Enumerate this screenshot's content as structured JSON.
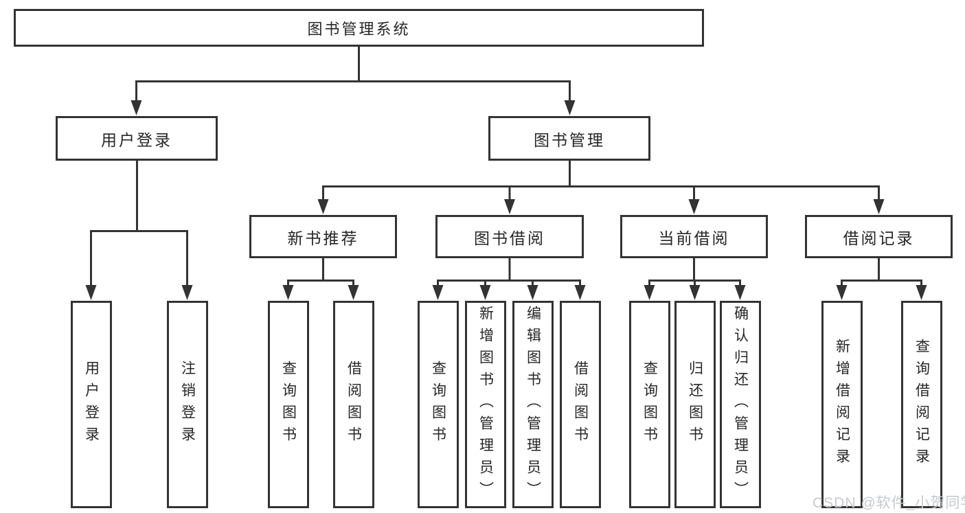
{
  "nodes": {
    "root": "图书管理系统",
    "level2": [
      "用户登录",
      "图书管理"
    ],
    "level3": [
      "新书推荐",
      "图书借阅",
      "当前借阅",
      "借阅记录"
    ],
    "leaves": {
      "login": [
        "用户登录",
        "注销登录"
      ],
      "recommend": [
        "查询图书",
        "借阅图书"
      ],
      "borrow": [
        "查询图书",
        "新增图书（管理员）",
        "编辑图书（管理员）",
        "借阅图书"
      ],
      "current": [
        "查询图书",
        "归还图书",
        "确认归还（管理员）"
      ],
      "records": [
        "新增借阅记录",
        "查询借阅记录"
      ]
    }
  },
  "watermark": {
    "text": "CSDN @软件_小贺同学"
  },
  "colors": {
    "line": "#333333",
    "box_border": "#333333",
    "text": "#262626",
    "watermark": "#c6c9cd",
    "background": "#ffffff"
  }
}
